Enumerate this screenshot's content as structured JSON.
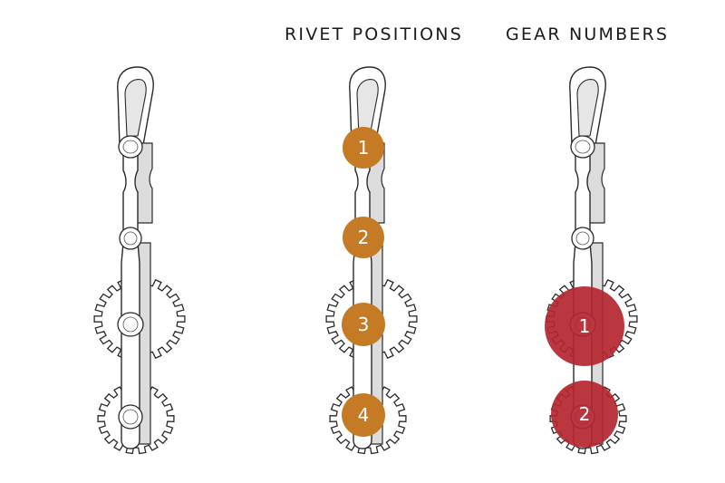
{
  "headings": {
    "rivet_positions": "RIVET POSITIONS",
    "gear_numbers": "GEAR NUMBERS"
  },
  "rivet_markers": [
    {
      "label": "1"
    },
    {
      "label": "2"
    },
    {
      "label": "3"
    },
    {
      "label": "4"
    }
  ],
  "gear_markers": [
    {
      "label": "1"
    },
    {
      "label": "2"
    }
  ],
  "colors": {
    "rivet_marker": "#c57b26",
    "gear_marker": "#b5262f",
    "line": "#2a2a2a",
    "fill": "#ffffff",
    "shade": "#d9d9d9",
    "heading": "#1a1a1a"
  }
}
